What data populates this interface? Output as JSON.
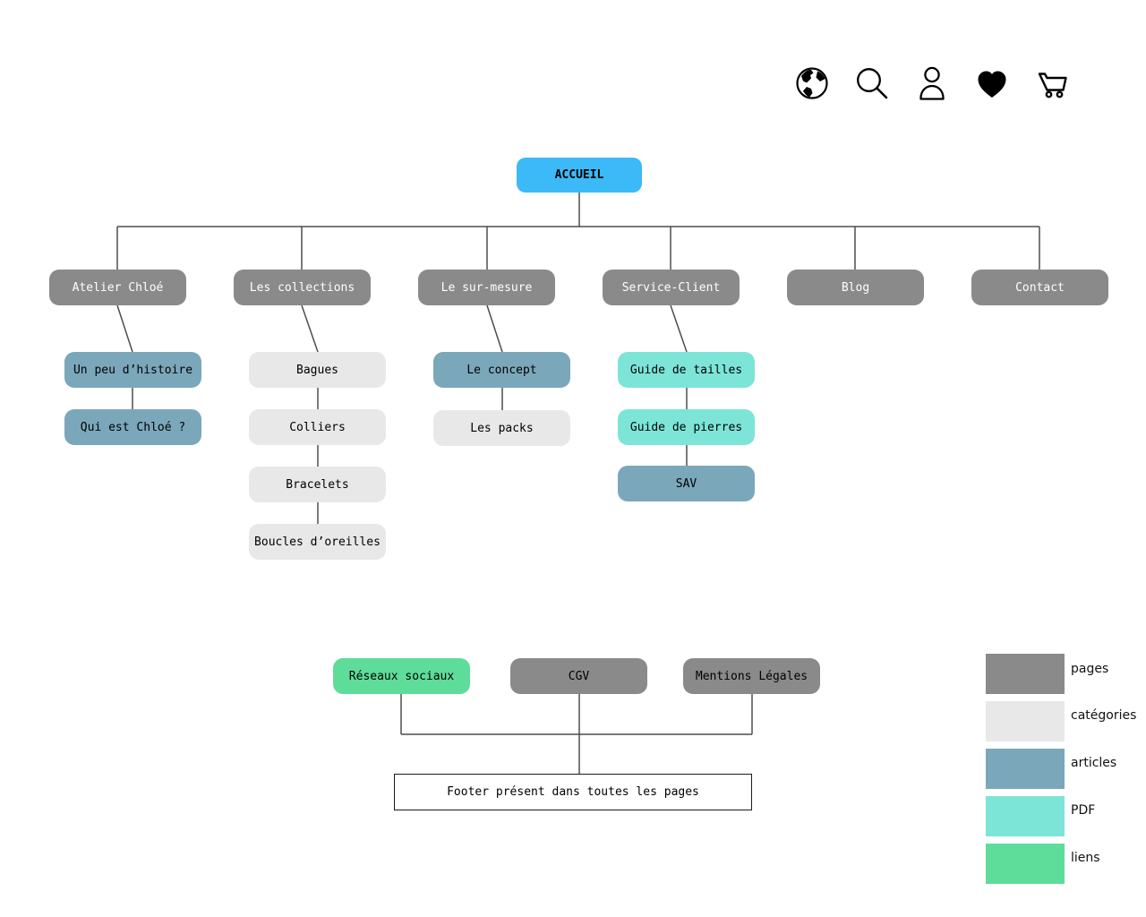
{
  "header": {
    "icons": [
      {
        "name": "globe-icon"
      },
      {
        "name": "search-icon"
      },
      {
        "name": "user-icon"
      },
      {
        "name": "heart-icon"
      },
      {
        "name": "cart-icon"
      }
    ]
  },
  "colors": {
    "accueil": "#3cb9f7",
    "pages": "#8a8a8a",
    "categories": "#e8e8e8",
    "articles": "#7ba7bb",
    "pdf": "#7ce5d8",
    "liens": "#5edc9a",
    "line": "#4d4d4d"
  },
  "sitemap": {
    "nodes": [
      {
        "label": "ACCUEIL",
        "type": "accueil"
      },
      {
        "label": "Atelier Chloé",
        "type": "pages",
        "text_color": "#ffffff"
      },
      {
        "label": "Les collections",
        "type": "pages",
        "text_color": "#ffffff"
      },
      {
        "label": "Le sur-mesure",
        "type": "pages",
        "text_color": "#ffffff"
      },
      {
        "label": "Service-Client",
        "type": "pages",
        "text_color": "#ffffff"
      },
      {
        "label": "Blog",
        "type": "pages",
        "text_color": "#ffffff"
      },
      {
        "label": "Contact",
        "type": "pages",
        "text_color": "#ffffff"
      },
      {
        "label": "Un peu d’histoire",
        "type": "articles"
      },
      {
        "label": "Qui est Chloé ?",
        "type": "articles"
      },
      {
        "label": "Bagues",
        "type": "categories"
      },
      {
        "label": "Colliers",
        "type": "categories"
      },
      {
        "label": "Bracelets",
        "type": "categories"
      },
      {
        "label": "Boucles d’oreilles",
        "type": "categories"
      },
      {
        "label": "Le concept",
        "type": "articles"
      },
      {
        "label": "Les packs",
        "type": "categories"
      },
      {
        "label": "Guide de tailles",
        "type": "pdf"
      },
      {
        "label": "Guide de pierres",
        "type": "pdf"
      },
      {
        "label": "SAV",
        "type": "articles"
      },
      {
        "label": "Réseaux sociaux",
        "type": "liens"
      },
      {
        "label": "CGV",
        "type": "pages"
      },
      {
        "label": "Mentions Légales",
        "type": "pages"
      }
    ]
  },
  "footer": {
    "label": "Footer présent dans toutes les pages"
  },
  "legend": {
    "items": [
      {
        "label": "pages",
        "type": "pages"
      },
      {
        "label": "catégories",
        "type": "categories"
      },
      {
        "label": "articles",
        "type": "articles"
      },
      {
        "label": "PDF",
        "type": "pdf"
      },
      {
        "label": "liens",
        "type": "liens"
      }
    ]
  }
}
